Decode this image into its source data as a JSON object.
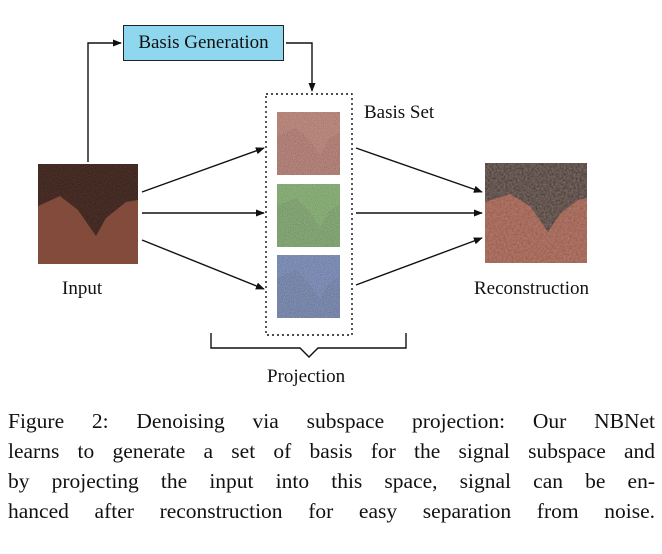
{
  "figure": {
    "basis_generation_label": "Basis Generation",
    "basis_set_label": "Basis Set",
    "input_label": "Input",
    "reconstruction_label": "Reconstruction",
    "projection_label": "Projection",
    "colors": {
      "basis_generation_fill": "#8fd7ee",
      "input_dark": "#2a1410",
      "input_light": "#8a4a3a",
      "basis_red": "#a55c48",
      "basis_green": "#5e963a",
      "basis_blue": "#4a67a0",
      "reconstruction_dark": "#3a1e18",
      "reconstruction_light": "#9a4e3a"
    }
  },
  "caption": {
    "lines": [
      "Figure 2: Denoising via subspace projection: Our NBNet",
      "learns to generate a set of basis for the signal subspace and",
      "by projecting the input into this space, signal can be en-",
      "hanced after reconstruction for easy separation from noise."
    ]
  }
}
